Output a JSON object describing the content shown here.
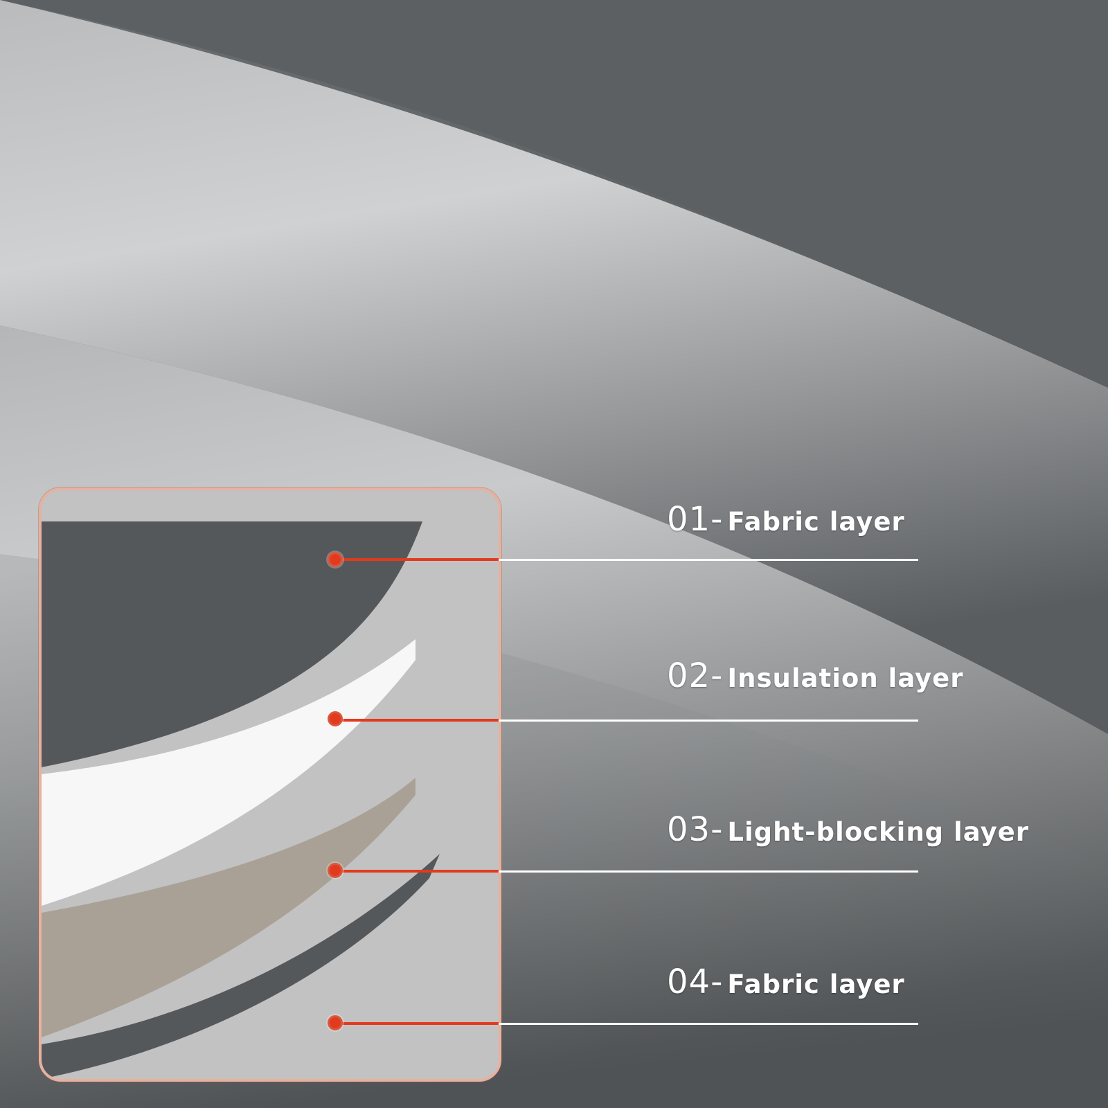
{
  "layers": [
    {
      "number": "01-",
      "name": "Fabric layer"
    },
    {
      "number": "02-",
      "name": "Insulation layer"
    },
    {
      "number": "03-",
      "name": "Light-blocking layer"
    },
    {
      "number": "04-",
      "name": "Fabric layer"
    }
  ],
  "colors": {
    "fabric_dark": "#55585b",
    "insulation": "#f7f7f7",
    "light_blocking": "#a9a196",
    "marker_red": "#e23a1c",
    "frame": "#e6b1a0"
  }
}
